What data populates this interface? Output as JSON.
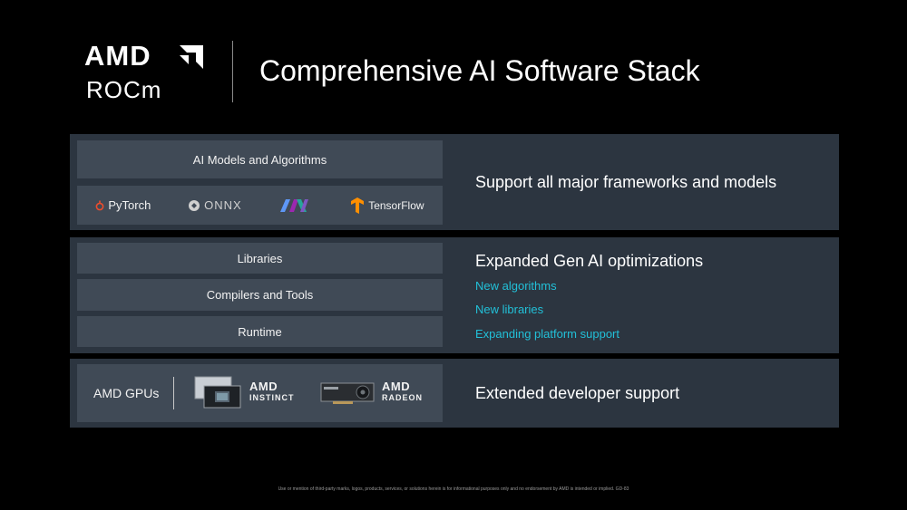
{
  "brand": {
    "amd": "AMD",
    "rocm": "ROCm"
  },
  "title": "Comprehensive AI Software Stack",
  "stack": {
    "models_label": "AI Models and Algorithms",
    "frameworks": [
      "PyTorch",
      "ONNX",
      "",
      "TensorFlow"
    ],
    "frameworks_heading": "Support all major frameworks and models",
    "layers": [
      "Libraries",
      "Compilers and Tools",
      "Runtime"
    ],
    "genai_heading": "Expanded Gen AI optimizations",
    "genai_items": [
      "New algorithms",
      "New libraries",
      "Expanding platform support"
    ],
    "gpus_label": "AMD GPUs",
    "gpu_brands": [
      {
        "brand": "AMD",
        "line": "INSTINCT"
      },
      {
        "brand": "AMD",
        "line": "RADEON"
      }
    ],
    "developer_heading": "Extended developer support"
  },
  "colors": {
    "accent": "#22c0d8",
    "band": "#2c3540",
    "cell": "#404a56",
    "pytorch": "#ee4c2c",
    "tensorflow": "#ff8f00"
  },
  "icons": [
    "amd-arrow-icon",
    "pytorch-icon",
    "onnx-icon",
    "jax-icon",
    "tensorflow-icon",
    "instinct-gpu-icon",
    "radeon-gpu-icon"
  ],
  "disclaimer": "Use or mention of third-party marks, logos, products, services, or solutions herein is for informational purposes only and no endorsement by AMD is intended or implied. GD-83"
}
